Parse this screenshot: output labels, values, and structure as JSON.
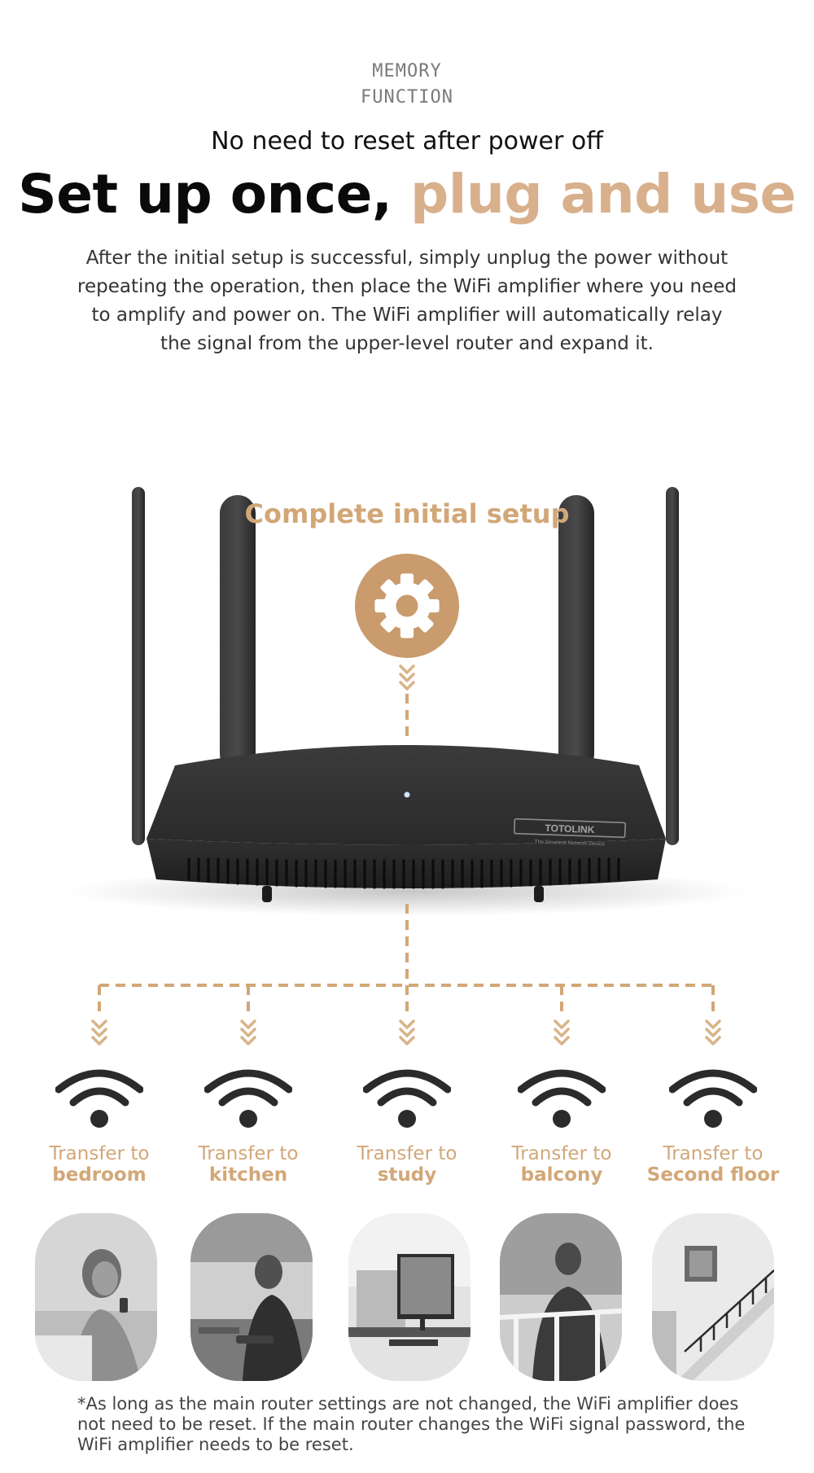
{
  "header": {
    "eyebrow_line1": "MEMORY",
    "eyebrow_line2": "FUNCTION",
    "subhead": "No need to reset after power off",
    "headline_main": "Set up once, ",
    "headline_accent": "plug and use",
    "description": "After the initial setup is successful, simply unplug the power without repeating the operation, then place the WiFi amplifier where you need to amplify and power on. The WiFi amplifier will automatically relay the signal from the upper-level router and expand it."
  },
  "diagram": {
    "setup_title": "Complete initial setup",
    "setup_icon": "gear-icon",
    "device_brand": "TOTOLINK",
    "device_tagline": "The Smartest Network Device",
    "destinations": [
      {
        "prefix": "Transfer to",
        "room": "bedroom",
        "icon": "wifi-icon"
      },
      {
        "prefix": "Transfer to",
        "room": "kitchen",
        "icon": "wifi-icon"
      },
      {
        "prefix": "Transfer to",
        "room": "study",
        "icon": "wifi-icon"
      },
      {
        "prefix": "Transfer to",
        "room": "balcony",
        "icon": "wifi-icon"
      },
      {
        "prefix": "Transfer to",
        "room": "Second floor",
        "icon": "wifi-icon"
      }
    ]
  },
  "footnote": "*As long as the main router settings are not changed, the WiFi amplifier does not need to be reset. If the main router changes the WiFi signal password, the WiFi amplifier needs to be reset.",
  "colors": {
    "accent": "#d9b08c",
    "accent_dark": "#c99b6d",
    "router_body": "#2b2b2c",
    "text_dark": "#0a0a0a"
  }
}
